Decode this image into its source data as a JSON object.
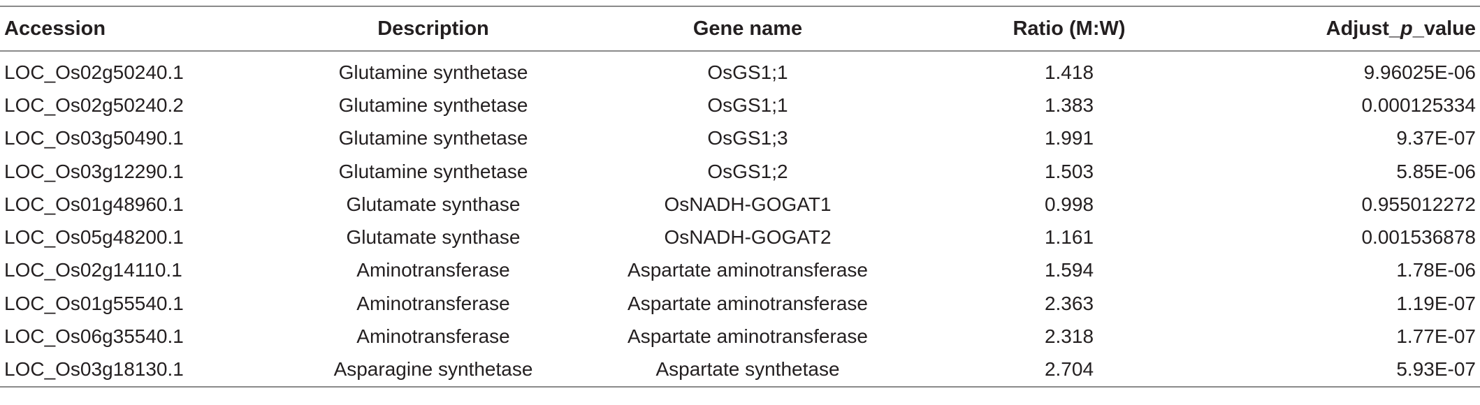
{
  "table": {
    "headers": {
      "accession": "Accession",
      "description": "Description",
      "gene_name": "Gene name",
      "ratio": "Ratio (M:W)",
      "adjust_prefix": "Adjust_",
      "adjust_italic": "p",
      "adjust_suffix": "_value"
    },
    "rows": [
      {
        "accession": "LOC_Os02g50240.1",
        "description": "Glutamine synthetase",
        "gene_name": "OsGS1;1",
        "ratio": "1.418",
        "adjust_p_value": "9.96025E-06"
      },
      {
        "accession": "LOC_Os02g50240.2",
        "description": "Glutamine synthetase",
        "gene_name": "OsGS1;1",
        "ratio": "1.383",
        "adjust_p_value": "0.000125334"
      },
      {
        "accession": "LOC_Os03g50490.1",
        "description": "Glutamine synthetase",
        "gene_name": "OsGS1;3",
        "ratio": "1.991",
        "adjust_p_value": "9.37E-07"
      },
      {
        "accession": "LOC_Os03g12290.1",
        "description": "Glutamine synthetase",
        "gene_name": "OsGS1;2",
        "ratio": "1.503",
        "adjust_p_value": "5.85E-06"
      },
      {
        "accession": "LOC_Os01g48960.1",
        "description": "Glutamate synthase",
        "gene_name": "OsNADH-GOGAT1",
        "ratio": "0.998",
        "adjust_p_value": "0.955012272"
      },
      {
        "accession": "LOC_Os05g48200.1",
        "description": "Glutamate synthase",
        "gene_name": "OsNADH-GOGAT2",
        "ratio": "1.161",
        "adjust_p_value": "0.001536878"
      },
      {
        "accession": "LOC_Os02g14110.1",
        "description": "Aminotransferase",
        "gene_name": "Aspartate aminotransferase",
        "ratio": "1.594",
        "adjust_p_value": "1.78E-06"
      },
      {
        "accession": "LOC_Os01g55540.1",
        "description": "Aminotransferase",
        "gene_name": "Aspartate aminotransferase",
        "ratio": "2.363",
        "adjust_p_value": "1.19E-07"
      },
      {
        "accession": "LOC_Os06g35540.1",
        "description": "Aminotransferase",
        "gene_name": "Aspartate aminotransferase",
        "ratio": "2.318",
        "adjust_p_value": "1.77E-07"
      },
      {
        "accession": "LOC_Os03g18130.1",
        "description": "Asparagine synthetase",
        "gene_name": "Aspartate synthetase",
        "ratio": "2.704",
        "adjust_p_value": "5.93E-07"
      }
    ]
  }
}
